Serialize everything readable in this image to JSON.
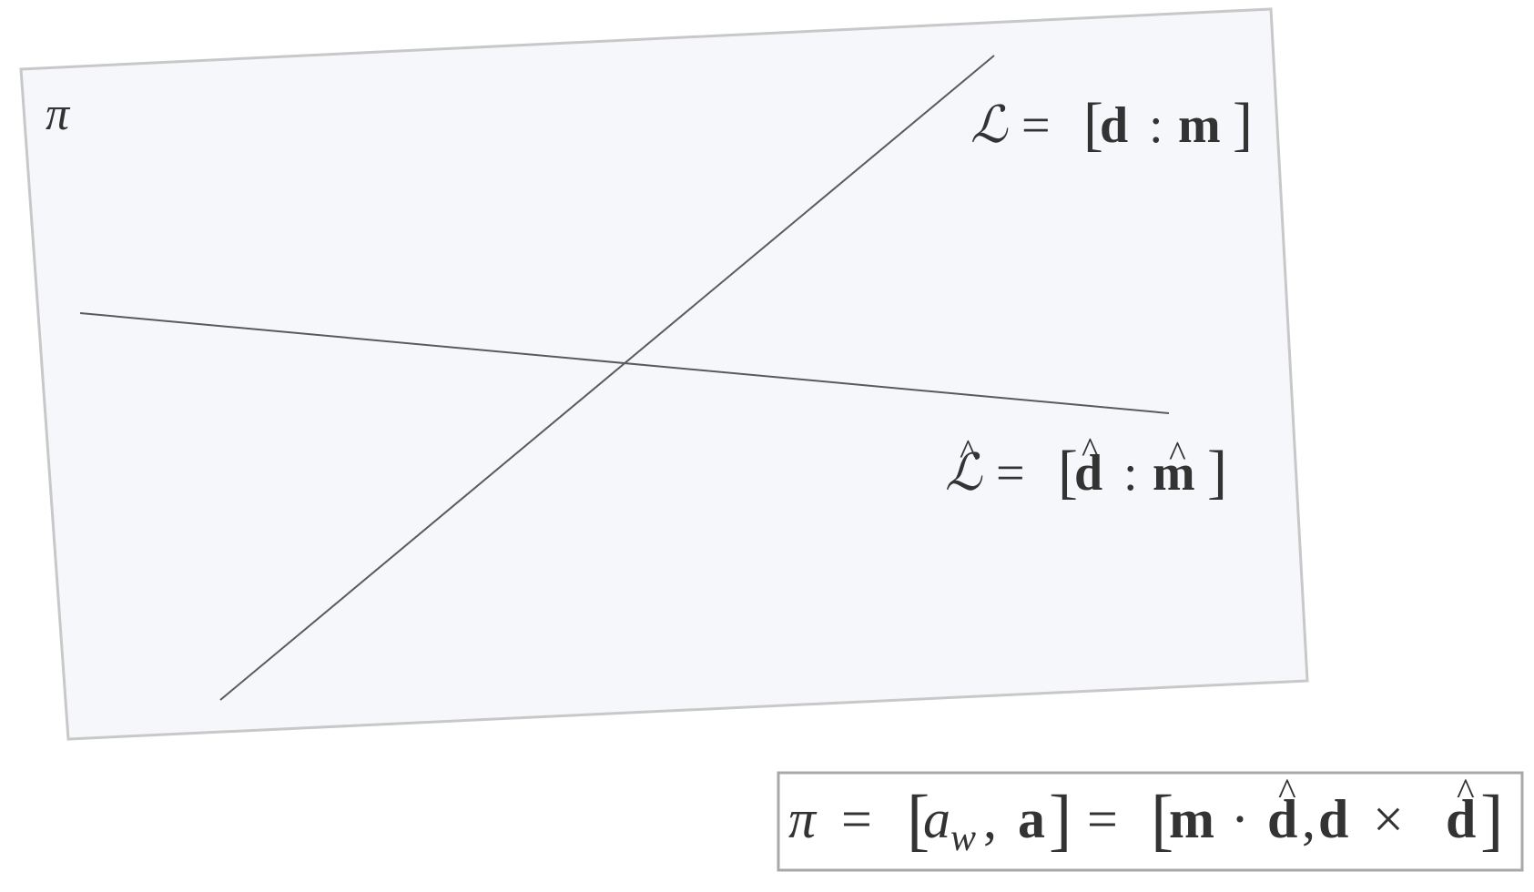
{
  "plane": {
    "name_symbol": "π",
    "fill_color": "#f6f7fb",
    "border_color": "#c8c8c8"
  },
  "line_L": {
    "symbol": "ℒ",
    "equals": "=",
    "open": "[",
    "d": "d",
    "colon": ":",
    "m": "m",
    "close": "]"
  },
  "line_L_hat": {
    "symbol": "ℒ",
    "hat": "^",
    "equals": "=",
    "open": "[",
    "d": "d",
    "colon": ":",
    "m": "m",
    "close": "]"
  },
  "equation": {
    "pi": "π",
    "eq1": "=",
    "open1": "[",
    "a_w_base": "a",
    "a_w_sub": "w",
    "comma1": ",",
    "a_bold": "a",
    "close1": "]",
    "eq2": "=",
    "open2": "[",
    "m": "m",
    "dot": "·",
    "d_hat_1": "d",
    "comma2": ",",
    "d": "d",
    "times": "×",
    "d_hat_2": "d",
    "close2": "]",
    "hat": "^",
    "border_color": "#a8a8a8"
  },
  "line_color": "#5a5a5a"
}
